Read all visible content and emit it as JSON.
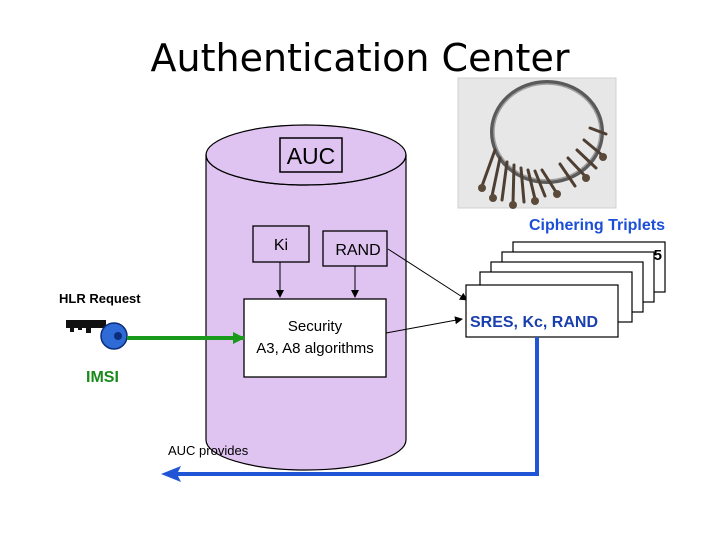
{
  "title": "Authentication Center",
  "auc_label": "AUC",
  "ki_label": "Ki",
  "rand_label": "RAND",
  "security_line1": "Security",
  "security_line2": "A3, A8 algorithms",
  "hlr_request": "HLR Request",
  "imsi_label": "IMSI",
  "auc_provides": "AUC provides",
  "ciphering_triplets": "Ciphering Triplets",
  "triplet_stack_count": "5",
  "triplet_values": "SRES, Kc, RAND",
  "colors": {
    "cylinder_fill": "#dfc3f0",
    "green_arrow": "#1a9a1a",
    "blue_arrow": "#2055d6",
    "heading_blue": "#1c4fd8",
    "imsi_green": "#1a8a1a"
  },
  "icons": {
    "keyring": "keyring-photo-icon",
    "key": "key-icon"
  }
}
